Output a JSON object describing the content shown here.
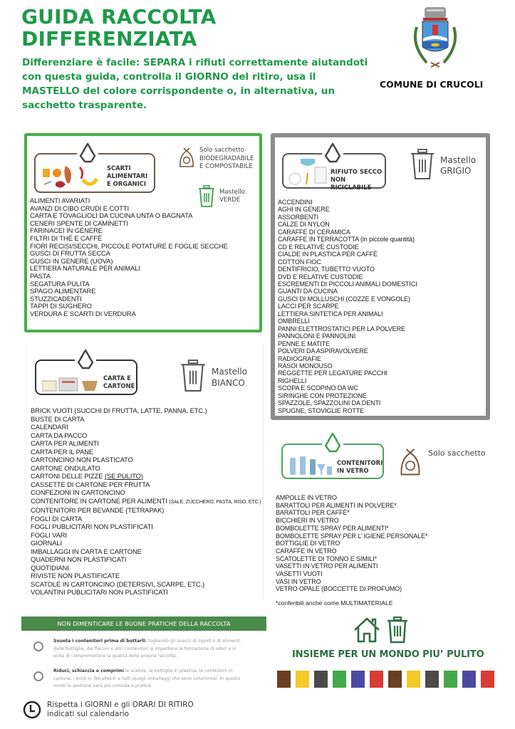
{
  "header": {
    "title_line1": "GUIDA RACCOLTA",
    "title_line2": "DIFFERENZIATA",
    "subtitle": "Differenziare è facile: SEPARA i rifiuti correttamente aiutandoti con questa guida, controlla il GIORNO del ritiro, usa il MASTELLO del colore corrispondente o, in alternativa, un sacchetto trasparente.",
    "municipality": "COMUNE DI CRUCOLI",
    "accent_color": "#1e9a4a"
  },
  "organic": {
    "badge_line1": "SCARTI",
    "badge_line2": "ALIMENTARI",
    "badge_line3": "E ORGANICI",
    "bag_line1": "Solo sacchetto",
    "bag_line2": "BIODEGRADABILE",
    "bag_line3": "E COMPOSTABILE",
    "bin_line1": "Mastello",
    "bin_line2": "VERDE",
    "border_color": "#45b045",
    "items": [
      "ALIMENTI AVARIATI",
      "AVANZI DI CIBO CRUDI E COTTI",
      "CARTA E TOVAGLIOLI DA CUCINA UNTA O BAGNATA",
      "CENERI SPENTE DI CAMINETTI",
      "FARINACEI IN GENERE",
      "FILTRI DI THÈ E CAFFÈ",
      "FIORI RECISI/SECCHI, PICCOLE POTATURE E FOGLIE SECCHE",
      "GUSCI DI FRUTTA SECCA",
      "GUSCI IN GENERE (UOVA)",
      "LETTIERA NATURALE PER ANIMALI",
      "PASTA",
      "SEGATURA PULITA",
      "SPAGO ALIMENTARE",
      "STUZZICADENTI",
      "TAPPI DI SUGHERO",
      "VERDURA E SCARTI DI VERDURA"
    ]
  },
  "secco": {
    "badge_line1": "RIFIUTO SECCO",
    "badge_line2": "NON RICICLABILE",
    "bin_line1": "Mastello",
    "bin_line2": "GRIGIO",
    "border_color": "#8c8c8c",
    "items": [
      "ACCENDINI",
      "AGHI IN GENERE",
      "ASSORBENTI",
      "CALZE DI NYLON",
      "CARAFFE DI CERAMICA",
      "CARAFFE IN TERRACOTTA (in piccole quantità)",
      "CD E RELATIVE CUSTODIE",
      "CIALDE IN PLASTICA PER CAFFÈ",
      "COTTON FIOC",
      "DENTIFRICIO, TUBETTO VUOTO",
      "DVD E RELATIVE CUSTODIE",
      "ESCREMENTI DI PICCOLI ANIMALI DOMESTICI",
      "GUANTI DA CUCINA",
      "GUSCI DI MOLLUSCHI (COZZE E VONGOLE)",
      "LACCI PER SCARPE",
      "LETTIERA SINTETICA PER ANIMALI",
      "OMBRELLI",
      "PANNI ELETTROSTATICI PER LA POLVERE",
      "PANNOLONI E PANNOLINI",
      "PENNE E MATITE",
      "POLVERI DA ASPIRAVOLVERE",
      "RADIOGRAFIE",
      "RASOI MONOUSO",
      "REGGETTE PER LEGATURE PACCHI",
      "RIGHELLI",
      "SCOPA E SCOPINO DA WC",
      "SIRINGHE CON PROTEZIONE",
      "SPAZZOLE, SPAZZOLINI DA DENTI",
      "SPUGNE, STOVIGLIE ROTTE"
    ]
  },
  "carta": {
    "badge_line1": "CARTA E",
    "badge_line2": "CARTONE",
    "bin_line1": "Mastello",
    "bin_line2": "BIANCO",
    "items": [
      "BRICK VUOTI (SUCCHI DI FRUTTA, LATTE, PANNA, ETC.)",
      "BUSTE DI CARTA",
      "CALENDARI",
      "CARTA DA PACCO",
      "CARTA PER ALIMENTI",
      "CARTA PER IL PANE",
      "CARTONCINO NON PLASTICATO",
      "CARTONE ONDULATO",
      "CARTONI DELLE PIZZE",
      "CASSETTE DI CARTONE PER FRUTTA",
      "CONFEZIONI IN CARTONCINO",
      "CONTENITORE IN CARTONE PER ALIMENTI",
      "CONTENITORI PER BEVANDE (TETRAPAK)",
      "FOGLI DI CARTA",
      "FOGLI PUBLICITARI NON PLASTIFICATI",
      "FOGLI VARI",
      "GIORNALI",
      "IMBALLAGGI IN CARTA E CARTONE",
      "QUADERNI NON PLASTIFICATI",
      "QUOTIDIANI",
      "RIVISTE NON PLASTIFICATE",
      "SCATOLE IN CARTONCINO (DETERSIVI, SCARPE, ETC.)",
      "VOLANTINI PUBLICITARI NON PLASTIFICATI"
    ],
    "pizza_note": "(SE PULITO)",
    "alimenti_note": "(SALE, ZUCCHERO, PASTA, RISO, ETC.)"
  },
  "vetro": {
    "badge_line1": "CONTENITORI",
    "badge_line2": "IN VETRO",
    "bag_label": "Solo sacchetto",
    "items": [
      "AMPOLLE IN VETRO",
      "BARATTOLI PER ALIMENTI IN POLVERE*",
      "BARATTOLI PER CAFFÈ*",
      "BICCHIERI IN VETRO",
      "BOMBOLETTE SPRAY PER ALIMENTI*",
      "BOMBOLETTE SPRAY PER L’ IGIENE PERSONALE*",
      "BOTTIGLIE DI VETRO",
      "CARAFFE IN VETRO",
      "SCATOLETTE DI TONNO E SIMILI*",
      "VASETTI IN VETRO PER ALIMENTI",
      "VASETTI VUOTI",
      "VASI IN VETRO",
      "VETRO OPALE (BOCCETTE DI PROFUMO)"
    ],
    "footnote": "*conferibili anche come MULTIMATERIALE"
  },
  "tips": {
    "header": "NON DIMENTICARE LE BUONE PRATICHE DELLA RACCOLTA",
    "header_color": "#4b8a4b",
    "tip1_bold": "Svuota i contenitori prima di buttarli:",
    "tip1_text": " togliendo gli avanzi di liquidi o di alimenti dalle bottiglie, dai flaconi e altri contenitori si impedisce la formazione di odori e si evita di compromettere la qualità della propria raccolta.",
    "tip2_bold": "Riduci, schiaccia e comprimi",
    "tip2_text": " le scatole, le bottiglie in plastica, le confezioni in cartone, i brick in TetraPak® e tutti quegli imballaggi che sono voluminosi. In questo modo la gestione sarà più comoda e pratica.",
    "clock_line1": "Rispetta i GIORNI e gli ORARI DI RITIRO",
    "clock_line2": "indicati sul calendario"
  },
  "footer": {
    "slogan": "INSIEME PER UN MONDO PIU’ PULITO",
    "slogan_color": "#2f6e45",
    "swatches": [
      "#6b3f1f",
      "#f5c928",
      "#4a4a4a",
      "#45a84a",
      "#4b4aa0",
      "#d93b35",
      "#6b3f1f",
      "#f5c928",
      "#4a4a4a",
      "#45a84a",
      "#4b4aa0",
      "#d93b35"
    ]
  }
}
